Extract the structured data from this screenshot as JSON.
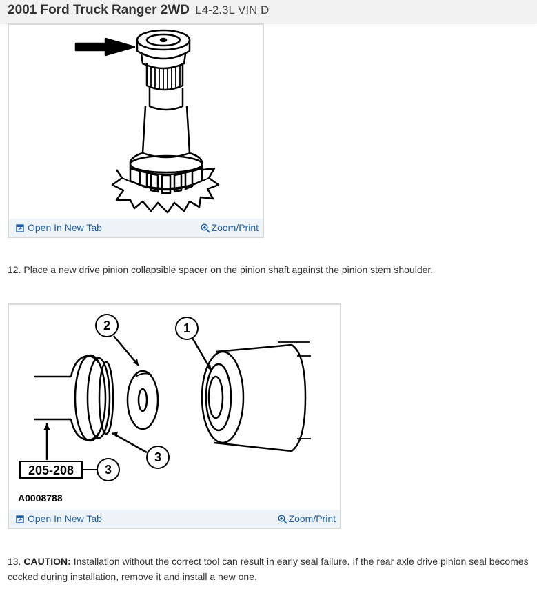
{
  "header": {
    "model": "2001 Ford Truck Ranger 2WD",
    "engine": "L4-2.3L VIN D"
  },
  "figure1": {
    "open_label": "Open In New Tab",
    "zoom_label": "Zoom/Print"
  },
  "step12": {
    "text": "12. Place a new drive pinion collapsible spacer on the pinion shaft against the pinion stem shoulder."
  },
  "figure2": {
    "callout_1": "1",
    "callout_2": "2",
    "callout_3": "3",
    "callout_3b": "3",
    "tool_number": "205-208",
    "figure_id": "A0008788",
    "open_label": "Open In New Tab",
    "zoom_label": "Zoom/Print"
  },
  "step13": {
    "number": "13.",
    "caution_label": "CAUTION:",
    "text": "Installation without the correct tool can result in early seal failure. If the rear axle drive pinion seal becomes cocked during installation, remove it and install a new one."
  },
  "colors": {
    "link": "#1f5fa8",
    "header_bg": "#f2f2f2",
    "figure_bar_bg": "#eef3f8"
  }
}
